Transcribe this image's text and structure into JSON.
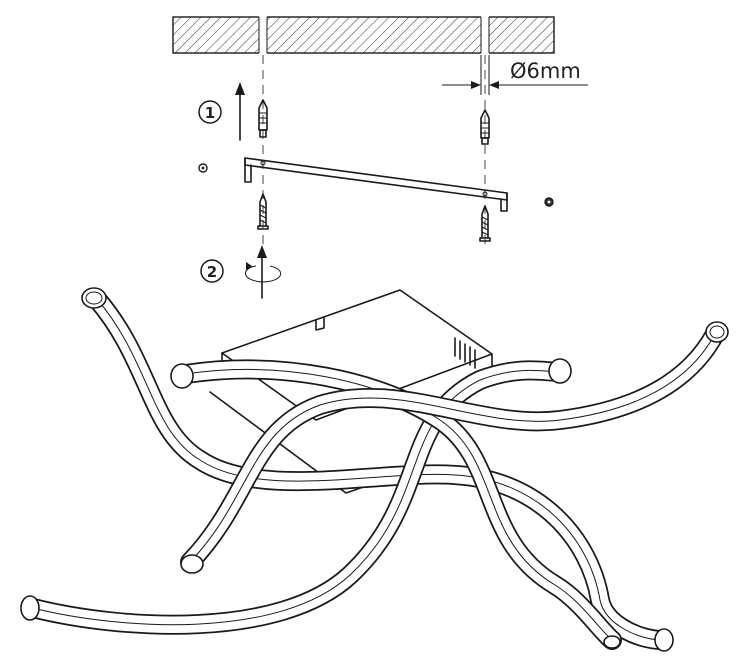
{
  "diagram": {
    "hole_diameter_label": "Ø6mm",
    "step_1_label": "1",
    "step_2_label": "2"
  }
}
